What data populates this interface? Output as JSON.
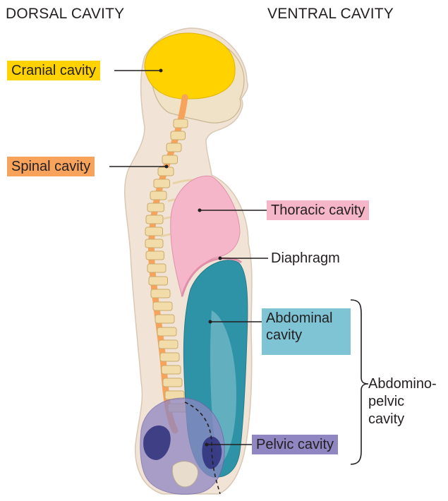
{
  "headers": {
    "dorsal": "DORSAL CAVITY",
    "ventral": "VENTRAL CAVITY"
  },
  "labels": {
    "cranial": "Cranial cavity",
    "spinal": "Spinal cavity",
    "thoracic": "Thoracic cavity",
    "diaphragm": "Diaphragm",
    "abdominal_line1": "Abdominal",
    "abdominal_line2": "cavity",
    "pelvic": "Pelvic cavity",
    "abdominopelvic_line1": "Abdomino-",
    "abdominopelvic_line2": "pelvic",
    "abdominopelvic_line3": "cavity"
  },
  "colors": {
    "cranial": "#ffd200",
    "spinal": "#f7a35c",
    "thoracic": "#f4b6c8",
    "abdominal": "#7ec4d4",
    "pelvic": "#8f86c2",
    "skin": "#f1e4d6",
    "bone": "#f2dcaa"
  }
}
